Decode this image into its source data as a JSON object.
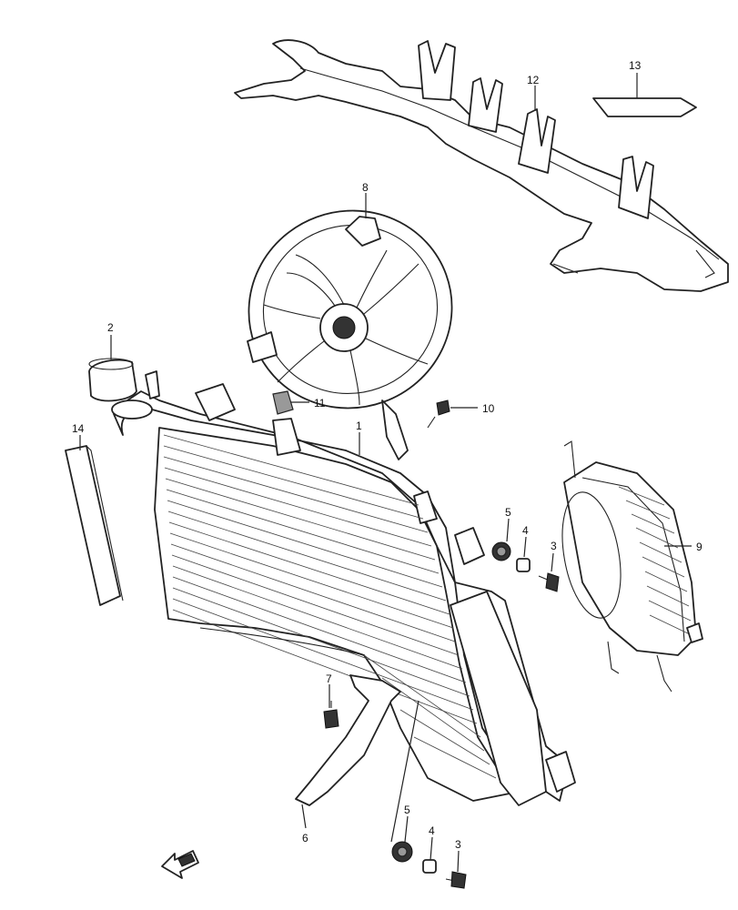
{
  "callouts": [
    {
      "id": "c1",
      "label": "1"
    },
    {
      "id": "c2",
      "label": "2"
    },
    {
      "id": "c3a",
      "label": "3"
    },
    {
      "id": "c3b",
      "label": "3"
    },
    {
      "id": "c4a",
      "label": "4"
    },
    {
      "id": "c4b",
      "label": "4"
    },
    {
      "id": "c5a",
      "label": "5"
    },
    {
      "id": "c5b",
      "label": "5"
    },
    {
      "id": "c6",
      "label": "6"
    },
    {
      "id": "c7",
      "label": "7"
    },
    {
      "id": "c8",
      "label": "8"
    },
    {
      "id": "c9",
      "label": "9"
    },
    {
      "id": "c10",
      "label": "10"
    },
    {
      "id": "c11",
      "label": "11"
    },
    {
      "id": "c12",
      "label": "12"
    },
    {
      "id": "c13",
      "label": "13"
    },
    {
      "id": "c14",
      "label": "14"
    }
  ],
  "icons": {
    "front_arrow": "front-direction-arrow-icon"
  }
}
